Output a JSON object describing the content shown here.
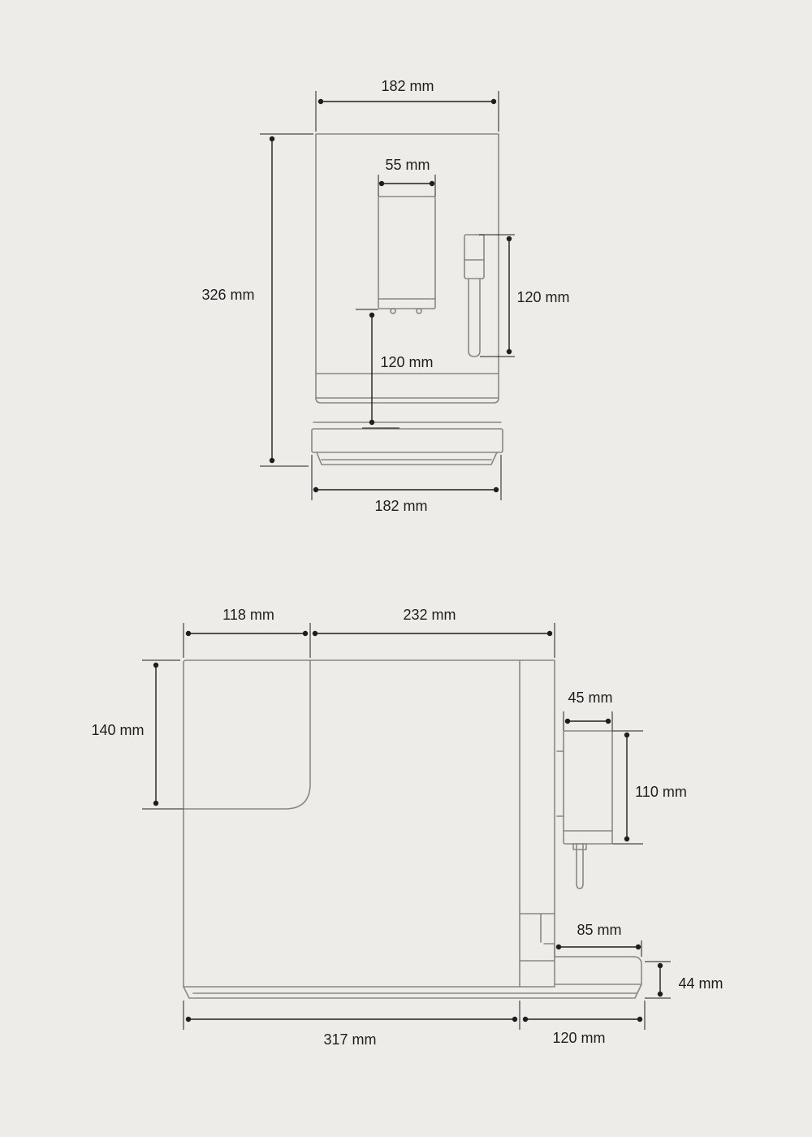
{
  "front_view": {
    "top_width": "182 mm",
    "height": "326 mm",
    "spout_width": "55 mm",
    "wand_height": "120 mm",
    "cup_clearance": "120 mm",
    "base_width": "182 mm"
  },
  "side_view": {
    "tank_depth": "118 mm",
    "body_depth": "232 mm",
    "tank_height": "140 mm",
    "spout_depth": "45 mm",
    "spout_height": "110 mm",
    "tray_extension": "85 mm",
    "tray_height": "44 mm",
    "base_depth": "317 mm",
    "front_depth": "120 mm"
  }
}
